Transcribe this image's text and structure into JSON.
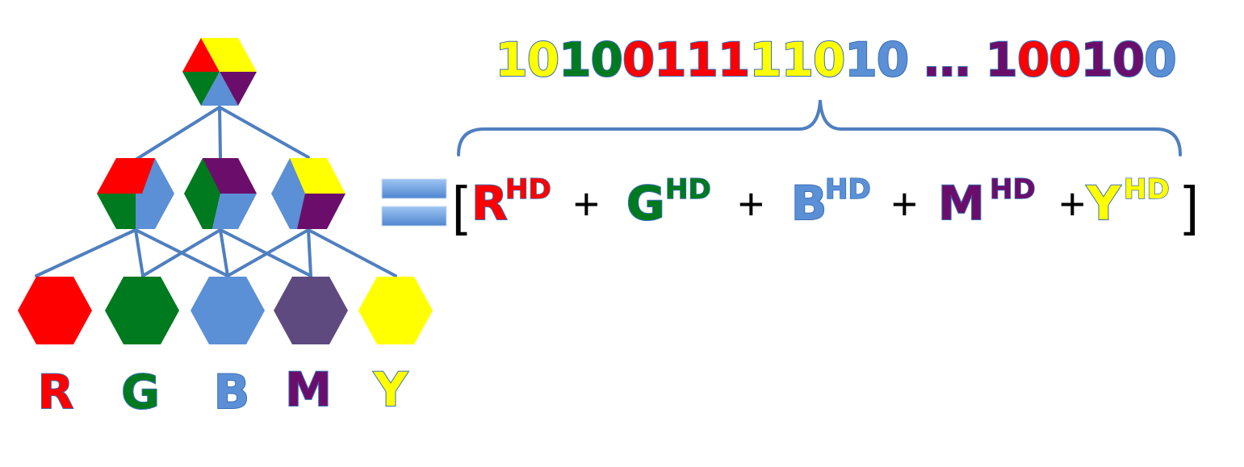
{
  "colors": {
    "red": "#ff0000",
    "green": "#007a1f",
    "blue": "#5b8fd6",
    "purple": "#6b0e6b",
    "purple_hex": "#5e4a7f",
    "yellow": "#ffff00",
    "line": "#4f7fbf",
    "outline": "#3a6fb5"
  },
  "leaves": [
    {
      "label": "R",
      "color": "red"
    },
    {
      "label": "G",
      "color": "green"
    },
    {
      "label": "B",
      "color": "blue"
    },
    {
      "label": "M",
      "color": "purple"
    },
    {
      "label": "Y",
      "color": "yellow"
    }
  ],
  "bit_string": {
    "prefix": [
      {
        "text": "10",
        "color": "yellow"
      },
      {
        "text": "10",
        "color": "green"
      },
      {
        "text": "01",
        "color": "red"
      },
      {
        "text": "11",
        "color": "red"
      },
      {
        "text": "11",
        "color": "yellow"
      },
      {
        "text": "0",
        "color": "yellow"
      },
      {
        "text": "10",
        "color": "blue"
      }
    ],
    "ellipsis": " … ",
    "suffix": [
      {
        "text": "1",
        "color": "purple"
      },
      {
        "text": "00",
        "color": "red"
      },
      {
        "text": "10",
        "color": "purple"
      },
      {
        "text": "0",
        "color": "blue"
      }
    ]
  },
  "equation": {
    "open_bracket": "[",
    "close_bracket": "]",
    "plus": "+",
    "superscript": "HD",
    "terms": [
      {
        "letter": "R",
        "color": "red"
      },
      {
        "letter": "G",
        "color": "green"
      },
      {
        "letter": "B",
        "color": "blue"
      },
      {
        "letter": "M",
        "color": "purple"
      },
      {
        "letter": "Y",
        "color": "yellow"
      }
    ]
  }
}
